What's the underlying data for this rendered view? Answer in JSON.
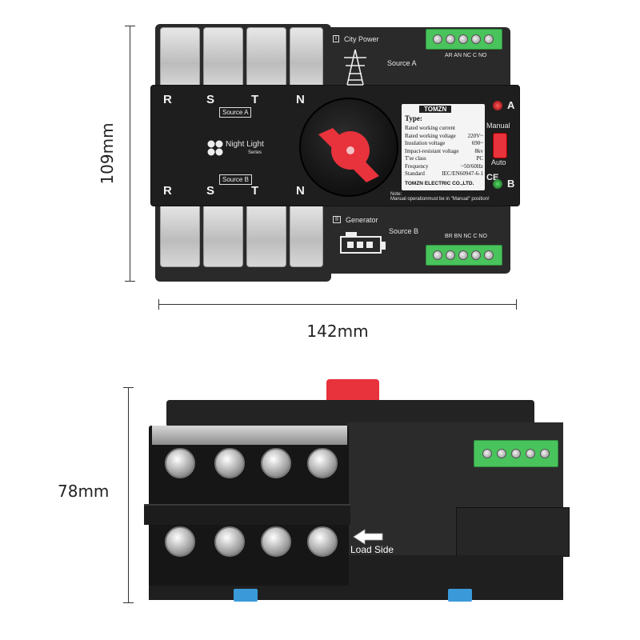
{
  "dimensions": {
    "height_top": "109mm",
    "width_top": "142mm",
    "height_side": "78mm"
  },
  "phases_top": [
    "R",
    "S",
    "T",
    "N"
  ],
  "phases_bottom": [
    "R",
    "S",
    "T",
    "N"
  ],
  "labels": {
    "source_a_tag": "Source A",
    "source_b_tag": "Source B",
    "night_light": "Night Light",
    "series": "Series",
    "city_power": "City Power",
    "source_a": "Source A",
    "generator": "Generator",
    "source_b": "Source B",
    "contacts_a": "AR AN NC C NO",
    "contacts_b": "BR BN NC C NO",
    "load_side": "Load Side"
  },
  "brand": {
    "name": "TOMZN",
    "type_label": "Type:",
    "company": "TOMZN ELECTRIC CO.,LTD.",
    "ce": "CE",
    "note_title": "Note:",
    "note_text": "Manual operationmust be in \"Manual\" position!"
  },
  "specs": [
    {
      "k": "Rated working current",
      "v": ""
    },
    {
      "k": "Rated working voltage",
      "v": "220V~"
    },
    {
      "k": "Insulation voltage",
      "v": "690~"
    },
    {
      "k": "Impact-resistant voltage",
      "v": "8kv"
    },
    {
      "k": "T'se class",
      "v": "PC"
    },
    {
      "k": "Frequency",
      "v": "~50/60Hz"
    },
    {
      "k": "Standard",
      "v": "IEC/EN60947-6-1"
    }
  ],
  "indicators": {
    "a": "A",
    "b": "B",
    "manual": "Manual",
    "auto": "Auto"
  },
  "colors": {
    "body": "#2a2a2a",
    "handle": "#e8323c",
    "terminal_green": "#49c35b",
    "din_clip": "#3a9ad9"
  }
}
